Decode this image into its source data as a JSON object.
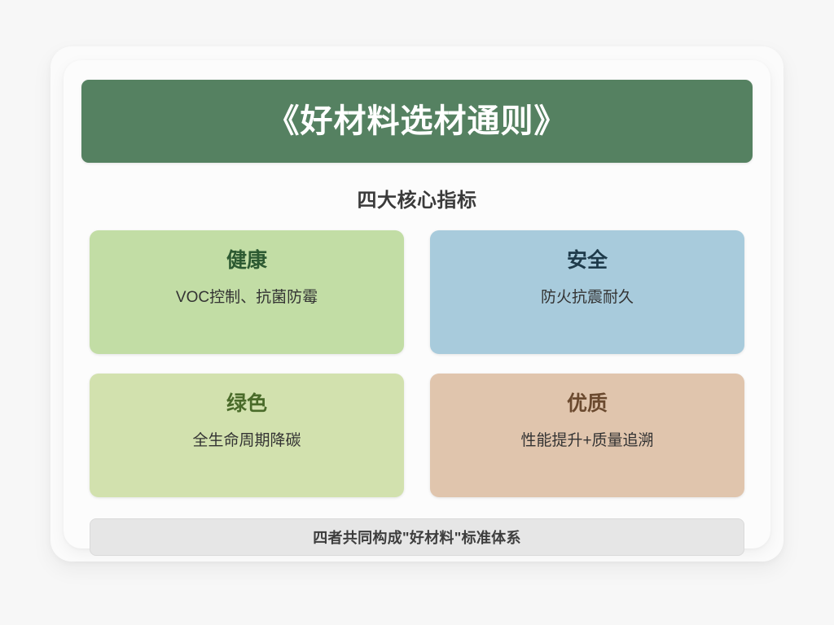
{
  "document": {
    "title": "《好材料选材通则》",
    "subtitle": "四大核心指标",
    "footer_note": "四者共同构成\"好材料\"标准体系"
  },
  "colors": {
    "page_background": "#f7f7f7",
    "card_background": "#fcfcfc",
    "banner": "#558161",
    "banner_text": "#ffffff",
    "subtitle_text": "#3a3a3a",
    "footer_background": "#e6e6e6",
    "footer_text": "#3d3d3d"
  },
  "metrics": [
    {
      "id": "health",
      "title": "健康",
      "description": "VOC控制、抗菌防霉",
      "background": "#c2dda5",
      "title_color": "#2d5a32"
    },
    {
      "id": "safety",
      "title": "安全",
      "description": "防火抗震耐久",
      "background": "#a8cbdc",
      "title_color": "#1e3a4a"
    },
    {
      "id": "green",
      "title": "绿色",
      "description": "全生命周期降碳",
      "background": "#d2e1ae",
      "title_color": "#4a6b2a"
    },
    {
      "id": "quality",
      "title": "优质",
      "description": "性能提升+质量追溯",
      "background": "#e0c5ad",
      "title_color": "#6b4a2f"
    }
  ]
}
